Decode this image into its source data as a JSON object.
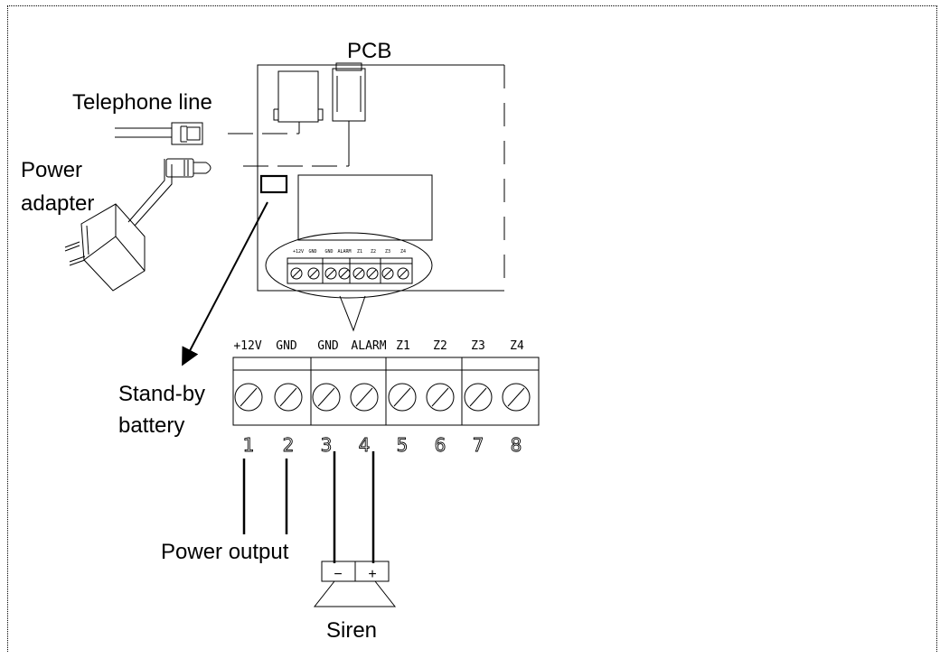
{
  "labels": {
    "pcb": "PCB",
    "telephone_line": "Telephone line",
    "power_adapter_line1": "Power",
    "power_adapter_line2": "adapter",
    "standby_line1": "Stand-by",
    "standby_line2": "battery",
    "power_output": "Power output",
    "siren": "Siren"
  },
  "terminal_block": {
    "names": [
      "+12V",
      "GND",
      "GND",
      "ALARM",
      "Z1",
      "Z2",
      "Z3",
      "Z4"
    ],
    "numbers": [
      "1",
      "2",
      "3",
      "4",
      "5",
      "6",
      "7",
      "8"
    ]
  },
  "siren_polarity": {
    "minus": "−",
    "plus": "+"
  }
}
